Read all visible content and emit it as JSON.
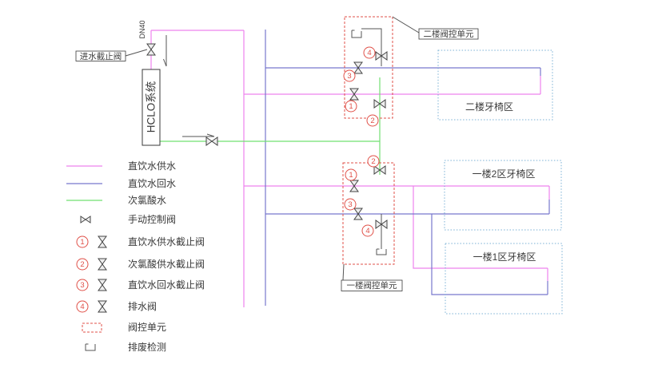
{
  "colors": {
    "supply_magenta": "#ee82ee",
    "return_blue": "#7777cd",
    "hclo_green": "#72e072",
    "annotation_red": "#e05048",
    "zone_border_blue": "#7ab0d4",
    "line_black": "#444444"
  },
  "equipment": {
    "hclo_system_label": "HCLO系统",
    "inlet_valve_label": "进水截止阀",
    "inlet_pipe_size": "DN40"
  },
  "valve_units": {
    "floor2_label": "二楼阀控单元",
    "floor1_label": "一楼阀控单元"
  },
  "zones": {
    "floor2": "二楼牙椅区",
    "floor1_zone2": "一楼2区牙椅区",
    "floor1_zone1": "一楼1区牙椅区"
  },
  "valve_numbers": {
    "n1": "1",
    "n2": "2",
    "n3": "3",
    "n4": "4"
  },
  "legend": {
    "supply_line": "直饮水供水",
    "return_line": "直饮水回水",
    "hclo_line": "次氯酸水",
    "manual_valve": "手动控制阀",
    "valve1": "直饮水供水截止阀",
    "valve2": "次氯酸供水截止阀",
    "valve3": "直饮水回水截止阀",
    "valve4": "排水阀",
    "valve_unit": "阀控单元",
    "waste_detection": "排废检测"
  }
}
